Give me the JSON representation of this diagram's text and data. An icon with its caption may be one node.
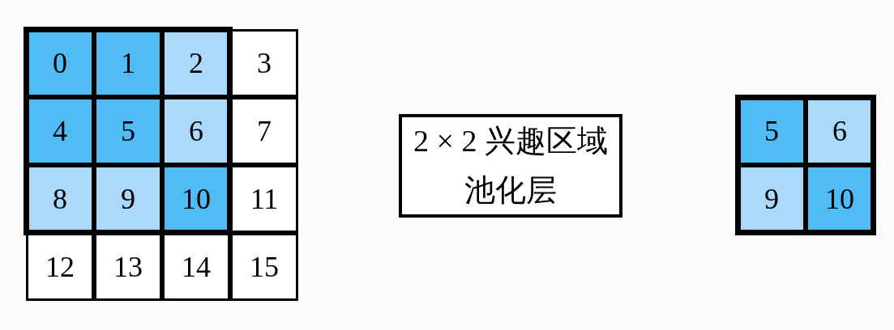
{
  "diagram": {
    "nodes": [
      {
        "text": [
          "0"
        ]
      },
      {
        "text": [
          "1"
        ]
      },
      {
        "text": [
          "2"
        ]
      },
      {
        "text": [
          "3"
        ]
      },
      {
        "text": [
          "4"
        ]
      },
      {
        "text": [
          "5"
        ]
      },
      {
        "text": [
          "6"
        ]
      },
      {
        "text": [
          "7"
        ]
      },
      {
        "text": [
          "8"
        ]
      },
      {
        "text": [
          "9"
        ]
      },
      {
        "text": [
          "10"
        ]
      },
      {
        "text": [
          "11"
        ]
      },
      {
        "text": [
          "12"
        ]
      },
      {
        "text": [
          "13"
        ]
      },
      {
        "text": [
          "14"
        ]
      },
      {
        "text": [
          "15"
        ]
      },
      {
        "text": [
          "2 × 2 兴趣区域池化层"
        ]
      },
      {
        "text": [
          "5"
        ]
      },
      {
        "text": [
          "6"
        ]
      },
      {
        "text": [
          "9"
        ]
      },
      {
        "text": [
          "10"
        ]
      }
    ],
    "edges": []
  }
}
